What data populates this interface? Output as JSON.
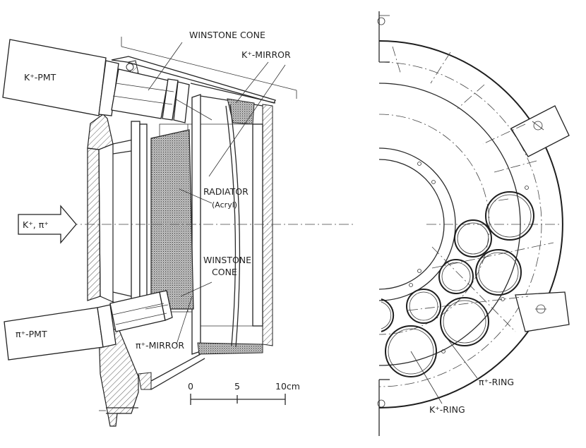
{
  "left_view": {
    "labels": {
      "k_pmt": "K⁺-PMT",
      "winstone_cone_top": "WINSTONE CONE",
      "k_mirror": "K⁺-MIRROR",
      "radiator": "RADIATOR",
      "radiator_material": "(Acryl)",
      "beam_line1": "K⁺, π⁺",
      "winstone_cone_bottom_1": "WINSTONE",
      "winstone_cone_bottom_2": "CONE",
      "pi_pmt": "π⁺-PMT",
      "pi_mirror": "π⁺-MIRROR"
    },
    "scale_bar": {
      "ticks": [
        "0",
        "5",
        "10cm"
      ]
    }
  },
  "right_view": {
    "labels": {
      "pi_ring": "π⁺-RING",
      "k_ring": "K⁺-RING"
    }
  }
}
